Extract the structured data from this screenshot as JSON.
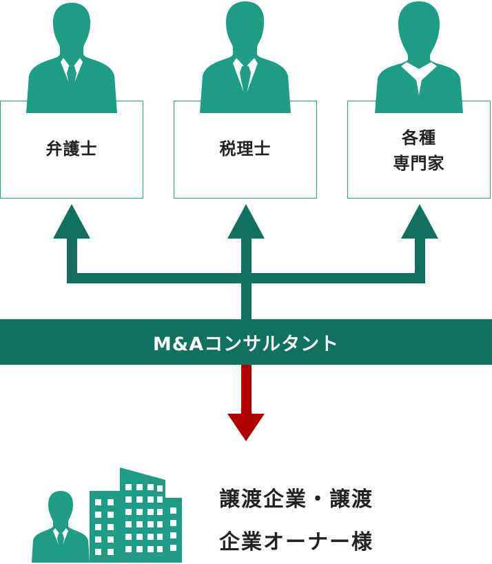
{
  "roles": [
    {
      "lines": [
        "弁護士"
      ],
      "icon": "male-lawyer-silhouette-icon"
    },
    {
      "lines": [
        "税理士"
      ],
      "icon": "male-tax-accountant-silhouette-icon"
    },
    {
      "lines": [
        "各種",
        "専門家"
      ],
      "icon": "female-specialist-silhouette-icon"
    }
  ],
  "consultant": {
    "label": "M&Aコンサルタント"
  },
  "client": {
    "line1": "譲渡企業・譲渡",
    "line2": "企業オーナー様",
    "icon": "building-owner-icon"
  },
  "colors": {
    "silhouette": "#1e9c86",
    "box_border": "#2a9b88",
    "arrow_up": "#11705f",
    "bar": "#11705f",
    "arrow_down": "#b10000",
    "text": "#222222"
  }
}
